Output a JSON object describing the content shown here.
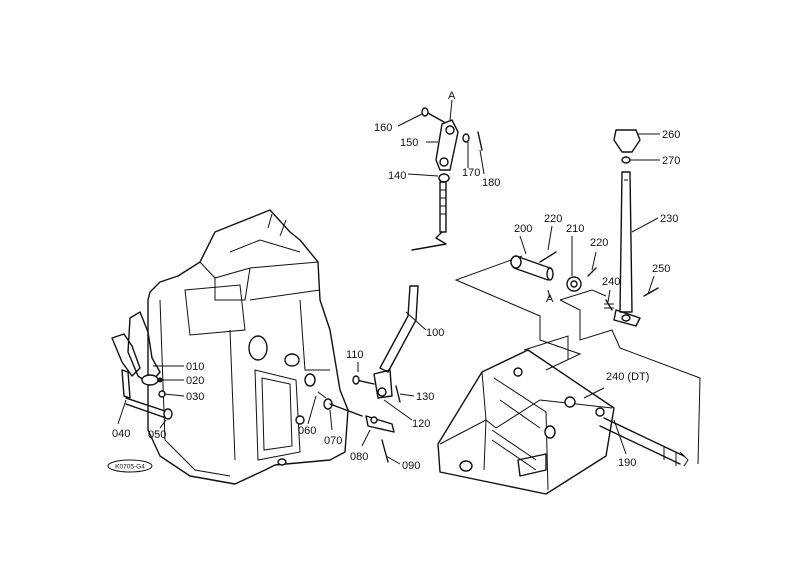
{
  "diagram": {
    "figure_code": "K0705-G4",
    "ref_marks": {
      "top": "A",
      "side": "A"
    },
    "labels": {
      "p010": "010",
      "p020": "020",
      "p030": "030",
      "p040": "040",
      "p050": "050",
      "p060": "060",
      "p070": "070",
      "p080": "080",
      "p090": "090",
      "p100": "100",
      "p110": "110",
      "p120": "120",
      "p130": "130",
      "p140": "140",
      "p150": "150",
      "p160": "160",
      "p170": "170",
      "p180": "180",
      "p190": "190",
      "p200": "200",
      "p210": "210",
      "p220a": "220",
      "p220b": "220",
      "p230": "230",
      "p240": "240",
      "p240dt": "240 (DT)",
      "p250": "250",
      "p260": "260",
      "p270": "270"
    }
  }
}
